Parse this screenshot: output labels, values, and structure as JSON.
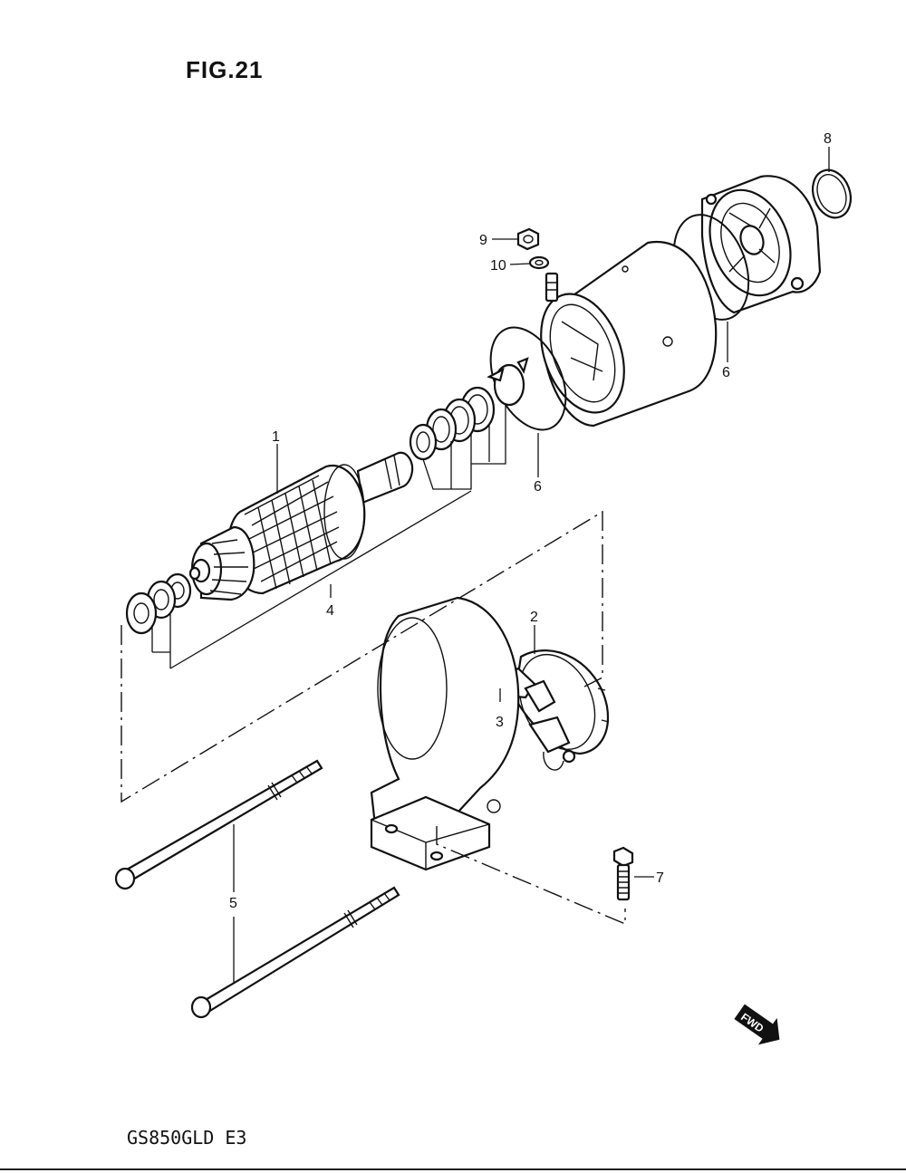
{
  "figure": {
    "title": "FIG.21",
    "model": "GS850GLD E3"
  },
  "callouts": {
    "c1": "1",
    "c2": "2",
    "c3": "3",
    "c4": "4",
    "c5": "5",
    "c6a": "6",
    "c6b": "6",
    "c7": "7",
    "c8": "8",
    "c9": "9",
    "c10": "10"
  },
  "fwd": {
    "label": "FWD"
  }
}
